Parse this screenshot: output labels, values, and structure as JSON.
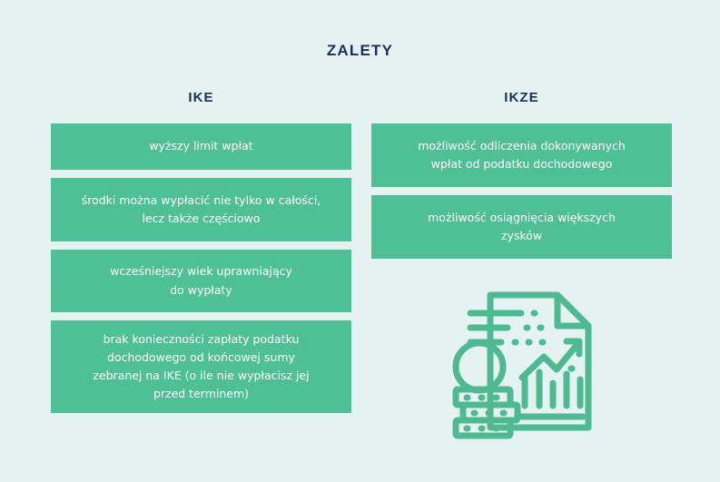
{
  "page": {
    "title": "ZALETY",
    "background_color": "#e4f2f2",
    "accent_color": "#4fc096",
    "heading_color": "#1b2e5c"
  },
  "columns": [
    {
      "id": "ike",
      "header": "IKE",
      "items": [
        {
          "lines": [
            "wyższy limit wpłat"
          ]
        },
        {
          "lines": [
            "środki można wypłacić nie tylko w całości,",
            "lecz także częściowo"
          ]
        },
        {
          "lines": [
            "wcześniejszy wiek uprawniający",
            "do wypłaty"
          ]
        },
        {
          "lines": [
            "brak konieczności zapłaty podatku",
            "dochodowego od końcowej sumy",
            "zebranej na IKE (o ile nie wypłacisz jej",
            "przed terminem)"
          ]
        }
      ]
    },
    {
      "id": "ikze",
      "header": "IKZE",
      "items": [
        {
          "lines": [
            "możliwość odliczenia dokonywanych",
            "wpłat od podatku dochodowego"
          ]
        },
        {
          "lines": [
            "możliwość osiągnięcia większych",
            "zysków"
          ]
        }
      ]
    }
  ],
  "illustration": {
    "icon_name": "financial-report-chart-coins-icon",
    "color": "#4fb992"
  }
}
